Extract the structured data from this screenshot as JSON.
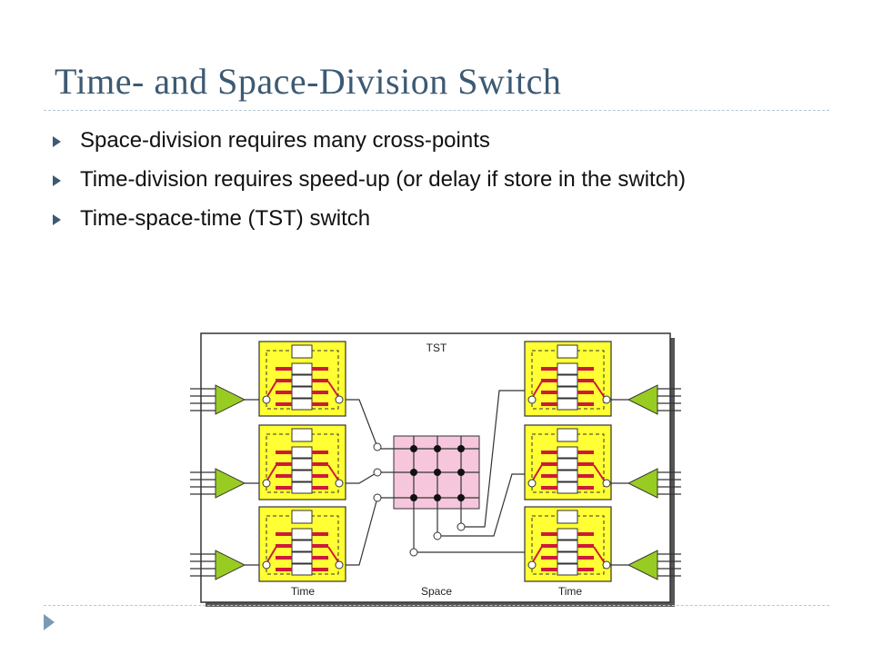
{
  "slide": {
    "title": "Time- and Space-Division Switch",
    "bullets": [
      "Space-division requires many cross-points",
      "Time-division requires speed-up (or delay if store in the switch)",
      "Time-space-time (TST) switch"
    ]
  },
  "diagram": {
    "top_label": "TST",
    "bottom_labels": [
      "Time",
      "Space",
      "Time"
    ],
    "colors": {
      "tsi_fill": "#ffff33",
      "crossbar_fill": "#f6c6dc",
      "mux_fill": "#99cc22",
      "slot_red": "#cc1a3a",
      "accent": "#3d5a74"
    }
  }
}
